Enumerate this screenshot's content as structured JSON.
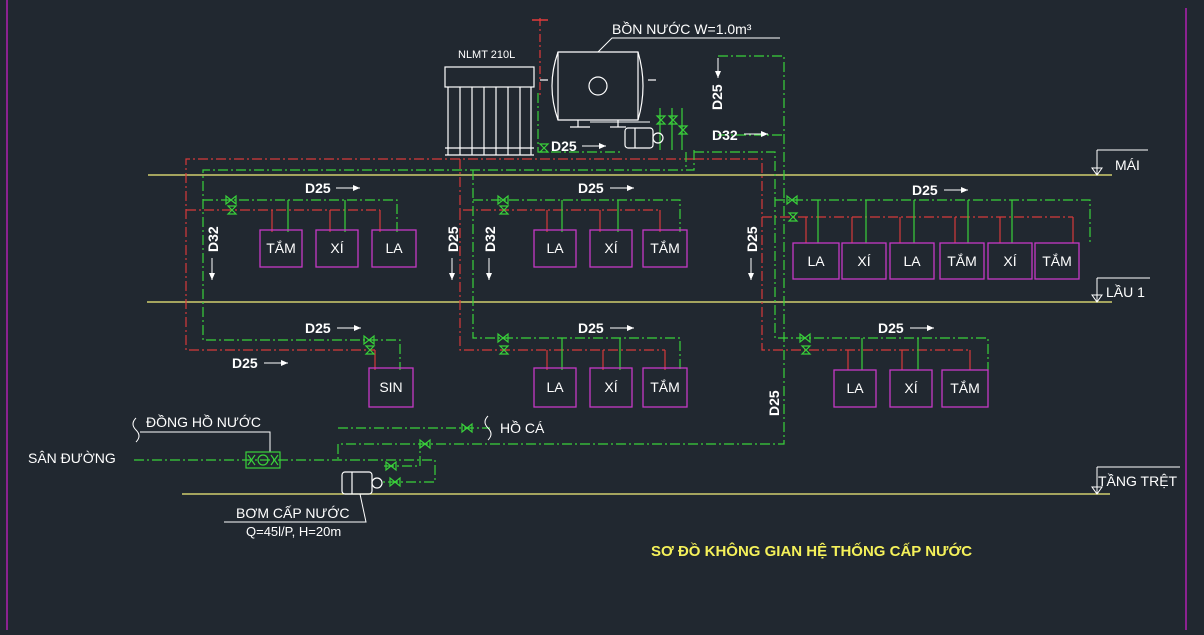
{
  "colors": {
    "background": "#212830",
    "floor_line": "#f2ee7a",
    "cold_pipe": "#39d13a",
    "hot_pipe": "#d63a3a",
    "fixture_box": "#c639c6",
    "text": "#ffffff",
    "pipe_label": "#ffffff",
    "title": "#f5f15a",
    "frame": "#b020b0",
    "riser": "#e23a3a"
  },
  "levels": {
    "roof": "MÁI",
    "floor1": "LẦU 1",
    "ground": "TẦNG TRỆT"
  },
  "equipment": {
    "tank": "BỒN NƯỚC W=1.0m³",
    "solar": "NLMT 210L",
    "meter": "ĐỒNG HỒ NƯỚC",
    "street": "SÂN ĐƯỜNG",
    "fishpond": "HỒ CÁ",
    "pump_name": "BƠM CẤP NƯỚC",
    "pump_spec": "Q=45l/P, H=20m"
  },
  "pipes": {
    "d25": "D25",
    "d32": "D32"
  },
  "fixtures": {
    "floor1_left": [
      "TẮM",
      "XÍ",
      "LA"
    ],
    "floor1_mid": [
      "LA",
      "XÍ",
      "TẮM"
    ],
    "floor1_right": [
      "LA",
      "XÍ",
      "LA",
      "TẮM",
      "XÍ",
      "TẮM"
    ],
    "ground_left": [
      "SIN"
    ],
    "ground_mid": [
      "LA",
      "XÍ",
      "TẮM"
    ],
    "ground_right": [
      "LA",
      "XÍ",
      "TẮM"
    ]
  },
  "title": "SƠ ĐỒ KHÔNG GIAN HỆ THỐNG CẤP NƯỚC"
}
